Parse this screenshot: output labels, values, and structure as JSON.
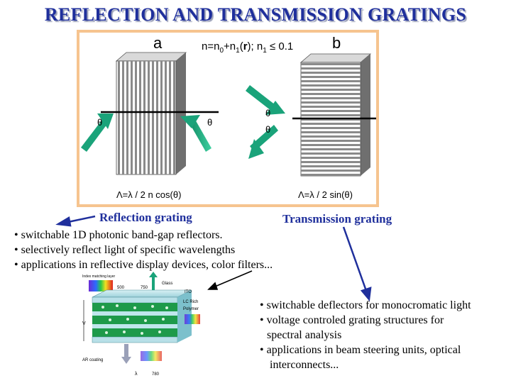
{
  "title": "REFLECTION AND TRANSMISSION GRATINGS",
  "panel": {
    "label_a": "a",
    "label_b": "b",
    "equation": "n=n0+n1(r);  n1 ≤ 0.1",
    "theta": "θ",
    "formula_a": "Λ=λ / 2 n cos(θ)",
    "formula_b": "Λ=λ / 2 sin(θ)"
  },
  "captions": {
    "reflection": "Reflection grating",
    "transmission": "Transmission grating"
  },
  "reflection_bullets": [
    "• switchable 1D photonic band-gap reflectors.",
    "• selectively reflect light of specific wavelengths",
    "• applications in reflective display devices, color filters..."
  ],
  "transmission_bullets": [
    "• switchable deflectors for monocromatic light",
    "• voltage controled grating structures for",
    "spectral analysis",
    "• applications in beam steering units, optical",
    "interconnects..."
  ],
  "device_labels": {
    "glass": "Glass",
    "ito": "ITO",
    "lc_rich": "LC Rich",
    "polymer": "Polymer",
    "index_matching": "Index matching layer",
    "ar_coating": "AR coating",
    "v": "V",
    "lambda": "λ",
    "tick_500": "500",
    "tick_750": "750",
    "tick_780": "780"
  },
  "colors": {
    "title": "#1f2f9c",
    "panel_border": "#f6c48f",
    "beam": "#1aa37a",
    "arrow": "#1f2f9c"
  }
}
